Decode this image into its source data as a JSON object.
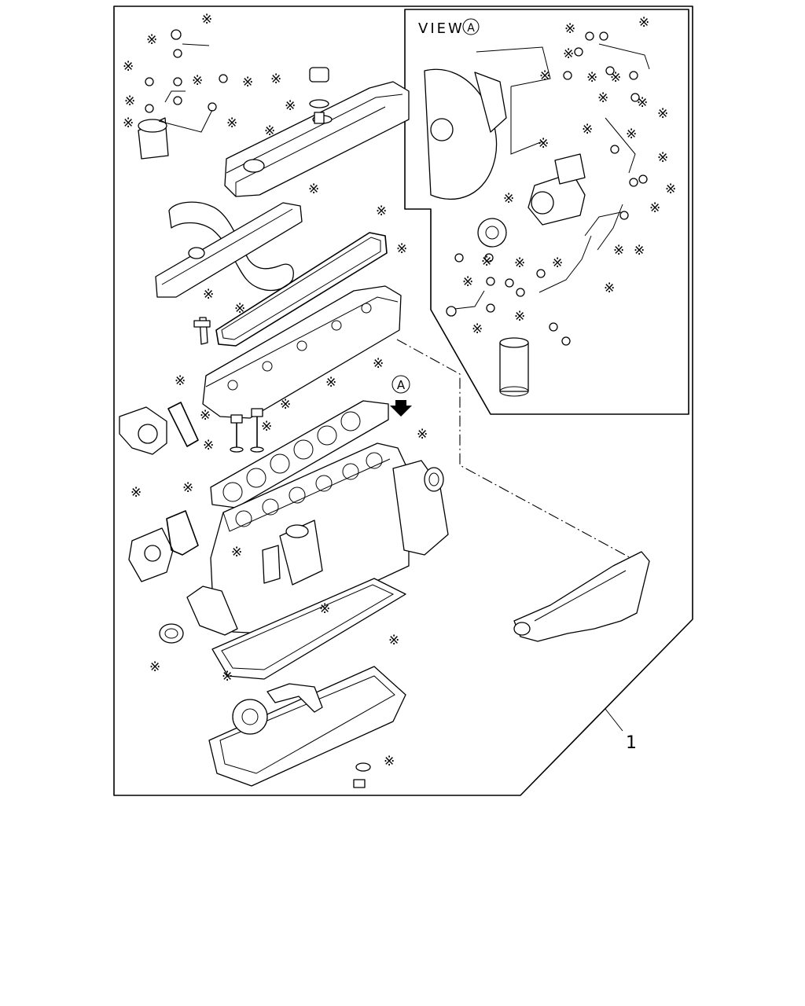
{
  "view_label": "VIEW",
  "view_marker": "A",
  "arrow_marker": "A",
  "callout_number": "1",
  "kit_marker": "※",
  "icons": {
    "view-arrow": "down-arrow-icon"
  }
}
